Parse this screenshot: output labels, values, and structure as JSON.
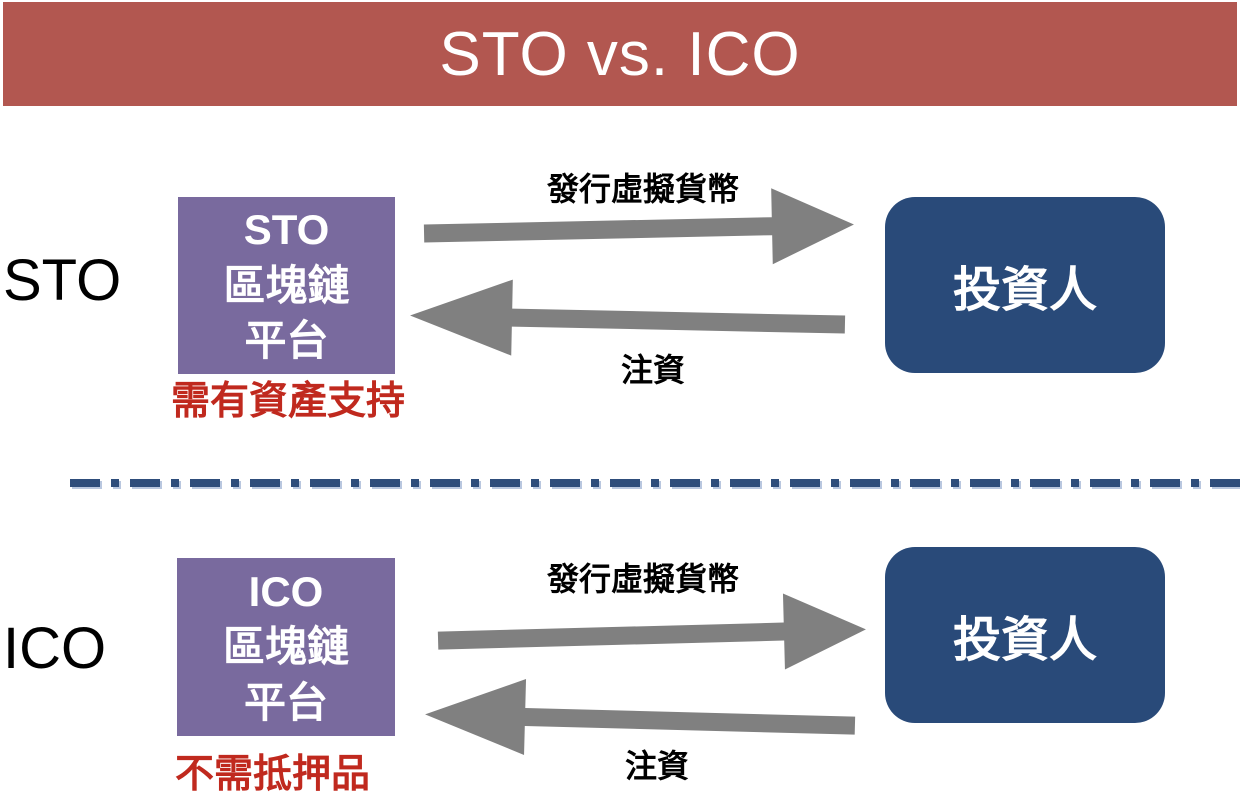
{
  "title": "STO vs. ICO",
  "colors": {
    "header_bg": "#B25750",
    "platform_bg": "#796A9E",
    "investor_bg": "#294A79",
    "arrow_gray": "#808080",
    "caption_red": "#C0291E",
    "divider_blue": "#2E4D7B"
  },
  "sections": [
    {
      "side_label": "STO",
      "platform_lines": [
        "STO",
        "區塊鏈",
        "平台"
      ],
      "caption": "需有資產支持",
      "arrow_right_label": "發行虛擬貨幣",
      "arrow_left_label": "注資",
      "investor_label": "投資人"
    },
    {
      "side_label": "ICO",
      "platform_lines": [
        "ICO",
        "區塊鏈",
        "平台"
      ],
      "caption": "不需抵押品",
      "arrow_right_label": "發行虛擬貨幣",
      "arrow_left_label": "注資",
      "investor_label": "投資人"
    }
  ]
}
